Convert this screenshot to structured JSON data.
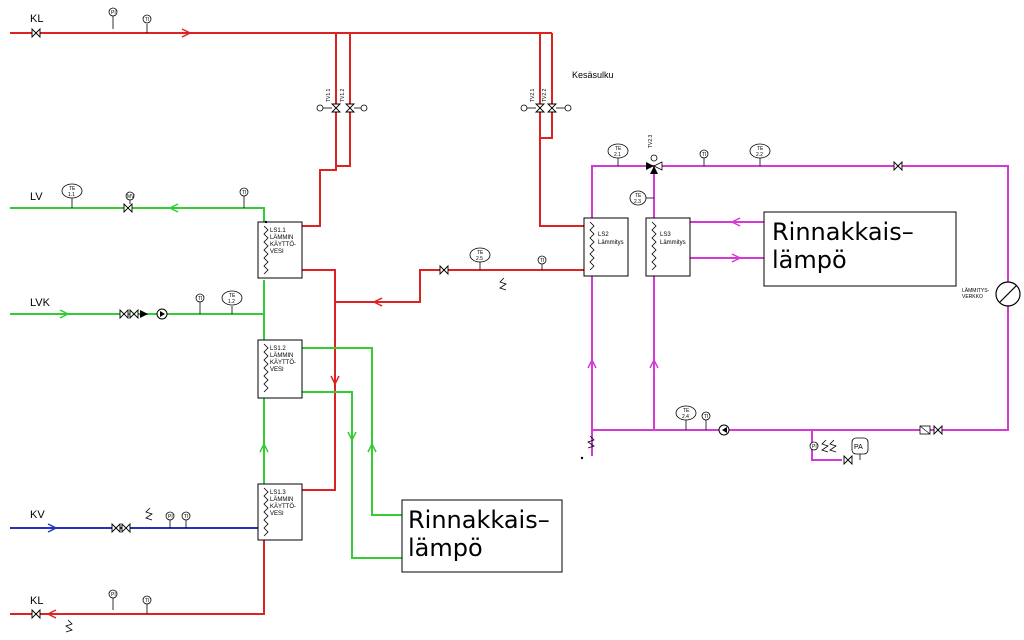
{
  "lines": {
    "kl_supply": "KL",
    "lv": "LV",
    "lvk": "LVK",
    "kv": "KV",
    "kl_return": "KL"
  },
  "labels": {
    "summer_shutoff": "Kesäsulku",
    "heating_network": "LÄMMITYS-\nVERKKO"
  },
  "valves": {
    "tv11": "TV1.1",
    "tv12": "TV1.2",
    "tv21": "TV2.1",
    "tv22": "TV2.2",
    "tv23": "TV2.3"
  },
  "instruments": {
    "te11": "TE\n1.1",
    "te12": "TE\n1.2",
    "te21": "TE\n2.1",
    "te22": "TE\n2.2",
    "te23": "TE\n2.3",
    "te24": "TE\n2.4",
    "te25": "TE\n2.5",
    "mv": "MV",
    "pi": "PI",
    "ti": "TI",
    "pa": "PA"
  },
  "exchangers": {
    "ls11": "LS1.1\nLÄMMIN\nKÄYTTÖ-\nVESI",
    "ls12": "LS1.2\nLÄMMIN\nKÄYTTÖ-\nVESI",
    "ls13": "LS1.3\nLÄMMIN\nKÄYTTÖ-\nVESI",
    "ls2": "LS2\nLämmitys",
    "ls3": "LS3\nLämmitys"
  },
  "parallel_heat": {
    "right": "Rinnakkais–\nlämpö",
    "bottom": "Rinnakkais–\nlämpö"
  },
  "colors": {
    "red": "#dd2222",
    "green": "#33cc33",
    "blue": "#2233bb",
    "magenta": "#d63ad6",
    "black": "#000000"
  }
}
